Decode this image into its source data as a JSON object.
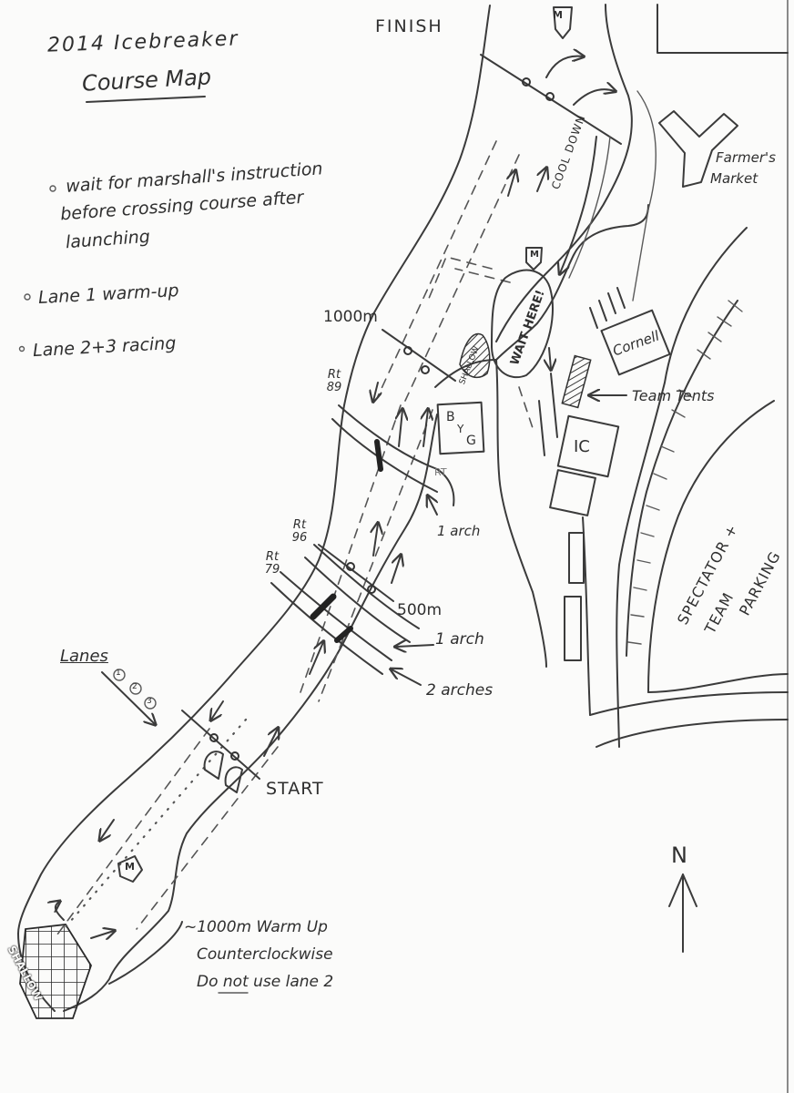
{
  "title": {
    "line1": "2014 Icebreaker",
    "line2": "Course Map"
  },
  "notes": [
    "wait for marshall's instruction",
    "before crossing course after",
    "launching",
    "Lane 1 warm-up",
    "Lane 2+3 racing"
  ],
  "labels": {
    "finish": "FINISH",
    "start": "START",
    "m500": "500m",
    "m1000": "1000m",
    "cool_down": "COOL DOWN",
    "wait_here": "WAIT HERE!",
    "shallow": "SHALLOW",
    "farmers_market_1": "Farmer's",
    "farmers_market_2": "Market",
    "cornell": "Cornell",
    "team_tents": "Team Tents",
    "ic": "IC",
    "byg_b": "B",
    "byg_y": "Y",
    "byg_g": "G",
    "rt": "RT",
    "rt89": "Rt 89",
    "rt96": "Rt 96",
    "rt79": "Rt 79",
    "one_arch_a": "1 arch",
    "one_arch_b": "1 arch",
    "two_arches": "2 arches",
    "lanes": "Lanes",
    "lane1": "1",
    "lane2": "2",
    "lane3": "3",
    "parking_1": "SPECTATOR +",
    "parking_2": "TEAM",
    "parking_3": "PARKING",
    "warmup_1": "~1000m Warm Up",
    "warmup_2": "Counterclockwise",
    "warmup_3": "Do not use lane 2",
    "marshal": "M",
    "north": "N"
  },
  "colors": {
    "ink": "#3b3b3b",
    "paper": "#fbfbfa"
  }
}
